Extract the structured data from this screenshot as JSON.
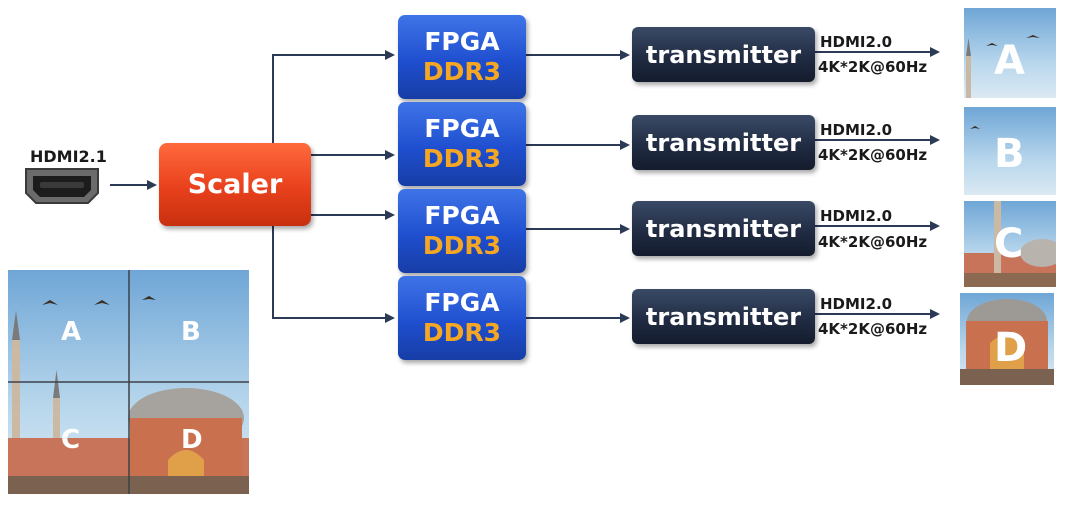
{
  "input": {
    "label": "HDMI2.1",
    "icon": "hdmi-connector-icon"
  },
  "scaler": {
    "label": "Scaler",
    "color": "#e8401c"
  },
  "fpga_blocks": [
    {
      "line1": "FPGA",
      "line2": "DDR3"
    },
    {
      "line1": "FPGA",
      "line2": "DDR3"
    },
    {
      "line1": "FPGA",
      "line2": "DDR3"
    },
    {
      "line1": "FPGA",
      "line2": "DDR3"
    }
  ],
  "transmitters": [
    {
      "label": "transmitter",
      "out_line1": "HDMI2.0",
      "out_line2": "4K*2K@60Hz",
      "tile": "A"
    },
    {
      "label": "transmitter",
      "out_line1": "HDMI2.0",
      "out_line2": "4K*2K@60Hz",
      "tile": "B"
    },
    {
      "label": "transmitter",
      "out_line1": "HDMI2.0",
      "out_line2": "4K*2K@60Hz",
      "tile": "C"
    },
    {
      "label": "transmitter",
      "out_line1": "HDMI2.0",
      "out_line2": "4K*2K@60Hz",
      "tile": "D"
    }
  ],
  "source_image": {
    "quadrants": [
      "A",
      "B",
      "C",
      "D"
    ]
  },
  "colors": {
    "fpga": "#1f4fcf",
    "ddr": "#f5a623",
    "transmitter": "#1f2a40",
    "wire": "#2b3a55"
  }
}
